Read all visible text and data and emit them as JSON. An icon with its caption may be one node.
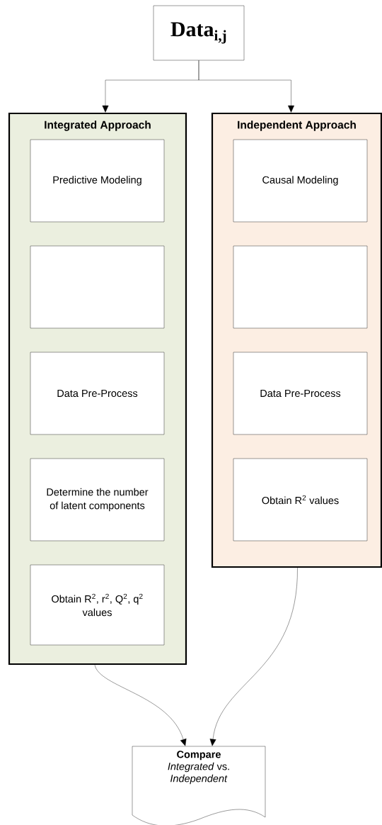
{
  "diagram": {
    "nodes": [
      {
        "text": [
          "Data$_{i,j}$"
        ]
      },
      {
        "text": [
          "Integrated Approach"
        ]
      },
      {
        "text": [
          "Predictive Modeling"
        ],
        "in": 1
      },
      {
        "text": [],
        "shape": "box",
        "in": 1
      },
      {
        "text": [
          "Data Pre-Process"
        ],
        "in": 1
      },
      {
        "text": [
          "Determine the number of latent components"
        ],
        "in": 1
      },
      {
        "text": [
          "Obtain R$^{2}$, r$^{2}$, Q$^{2}$, q$^{2}$ values"
        ],
        "in": 1
      },
      {
        "text": [
          "Independent Approach"
        ]
      },
      {
        "text": [
          "Causal Modeling"
        ],
        "in": 7
      },
      {
        "text": [],
        "shape": "box",
        "in": 7
      },
      {
        "text": [
          "Data Pre-Process"
        ],
        "in": 7
      },
      {
        "text": [
          "Obtain R$^{2}$ values"
        ],
        "in": 7
      },
      {
        "text": [
          "Compare",
          "*Integrated* vs. *Independent*"
        ]
      }
    ],
    "edges": [
      {
        "from": 0,
        "to": 1,
        "arrow": "to"
      },
      {
        "from": 0,
        "to": 7,
        "arrow": "to"
      },
      {
        "from": 1,
        "to": 12,
        "arrow": "to"
      },
      {
        "from": 7,
        "to": 12,
        "arrow": "to"
      }
    ]
  }
}
